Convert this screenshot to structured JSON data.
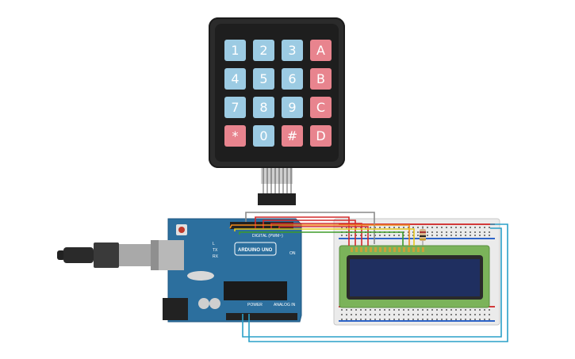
{
  "keypad": {
    "keys": [
      {
        "label": "1",
        "kind": "num"
      },
      {
        "label": "2",
        "kind": "num"
      },
      {
        "label": "3",
        "kind": "num"
      },
      {
        "label": "A",
        "kind": "letter"
      },
      {
        "label": "4",
        "kind": "num"
      },
      {
        "label": "5",
        "kind": "num"
      },
      {
        "label": "6",
        "kind": "num"
      },
      {
        "label": "B",
        "kind": "letter"
      },
      {
        "label": "7",
        "kind": "num"
      },
      {
        "label": "8",
        "kind": "num"
      },
      {
        "label": "9",
        "kind": "num"
      },
      {
        "label": "C",
        "kind": "letter"
      },
      {
        "label": "*",
        "kind": "star"
      },
      {
        "label": "0",
        "kind": "num"
      },
      {
        "label": "#",
        "kind": "letter"
      },
      {
        "label": "D",
        "kind": "letter"
      }
    ]
  },
  "arduino": {
    "brand": "ARDUINO",
    "model": "UNO",
    "digital_label": "DIGITAL (PWM~)",
    "power_label": "POWER",
    "analog_label": "ANALOG IN",
    "tx_label": "TX",
    "rx_label": "RX",
    "on_label": "ON",
    "l_label": "L"
  },
  "colors": {
    "board": "#2c6f9e",
    "breadboard": "#e8e8e8",
    "lcd_body": "#7bb35a",
    "lcd_screen": "#1f2f60",
    "wire_red": "#d42a2a",
    "wire_orange": "#f08a1c",
    "wire_yellow": "#e8c81c",
    "wire_green": "#3d9b2a",
    "wire_blue": "#2aa0c8",
    "wire_gray": "#8a8a8a"
  }
}
